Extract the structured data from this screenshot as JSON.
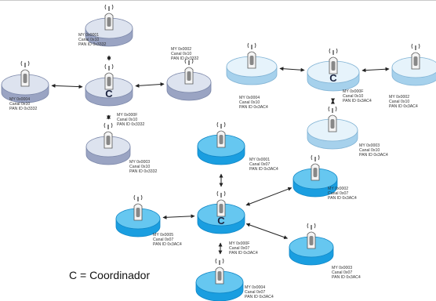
{
  "legend": "C = Coordinador",
  "networks": [
    {
      "name": "network-gray",
      "colors": {
        "top": "#dde3ef",
        "side": "#9aa4c3",
        "stroke": "#7a86a8"
      },
      "coordinator": {
        "mark": "C",
        "lines": [
          "MY 0x000F",
          "Canal 0x10",
          "PAN ID 0x3332"
        ]
      },
      "routers": [
        {
          "lines": [
            "MY 0x0001",
            "Canal 0x10",
            "PAN ID 0x3332"
          ]
        },
        {
          "lines": [
            "MY 0x0002",
            "Canal 0x10",
            "PAN ID 0x3332"
          ]
        },
        {
          "lines": [
            "MY 0x0004",
            "Canal 0x10",
            "PAN ID 0x3332"
          ]
        },
        {
          "lines": [
            "MY 0x0003",
            "Canal 0x10",
            "PAN ID 0x3332"
          ]
        }
      ]
    },
    {
      "name": "network-lightblue",
      "colors": {
        "top": "#e6f3fb",
        "side": "#a6d1ec",
        "stroke": "#7fb2d4"
      },
      "coordinator": {
        "mark": "C",
        "lines": [
          "MY 0x000F",
          "Canal 0x10",
          "PAN ID 0x3AC4"
        ]
      },
      "routers": [
        {
          "lines": [
            "MY 0x0004",
            "Canal 0x10",
            "PAN ID 0x3AC4"
          ]
        },
        {
          "lines": [
            "MY 0x0002",
            "Canal 0x10",
            "PAN ID 0x3AC4"
          ]
        },
        {
          "lines": [
            "MY 0x0003",
            "Canal 0x10",
            "PAN ID 0x3AC4"
          ]
        }
      ]
    },
    {
      "name": "network-blue",
      "colors": {
        "top": "#66c7f0",
        "side": "#1a9ee0",
        "stroke": "#0e86c6"
      },
      "coordinator": {
        "mark": "C",
        "lines": [
          "MY 0x000F",
          "Canal 0x07",
          "PAN ID 0x3AC4"
        ]
      },
      "routers": [
        {
          "lines": [
            "MY 0x0001",
            "Canal 0x07",
            "PAN ID 0x3AC4"
          ]
        },
        {
          "lines": [
            "MY 0x0002",
            "Canal 0x07",
            "PAN ID 0x3AC4"
          ]
        },
        {
          "lines": [
            "MY 0x0005",
            "Canal 0x07",
            "PAN ID 0x3AC4"
          ]
        },
        {
          "lines": [
            "MY 0x0003",
            "Canal 0x07",
            "PAN ID 0x3AC4"
          ]
        },
        {
          "lines": [
            "MY 0x0004",
            "Canal 0x07",
            "PAN ID 0x3AC4"
          ]
        }
      ]
    }
  ]
}
